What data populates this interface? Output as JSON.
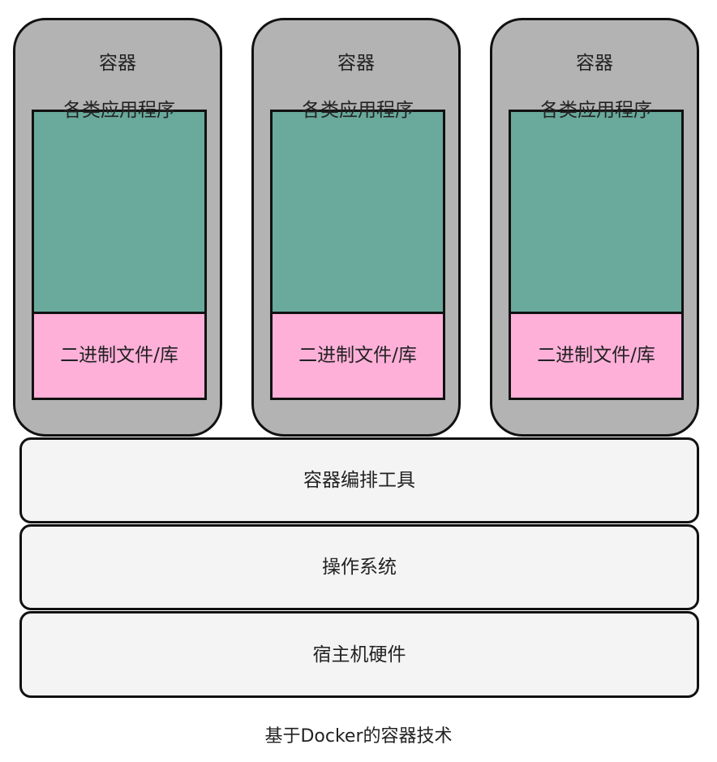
{
  "containers": [
    {
      "title": "容器",
      "app_label": "各类应用程序",
      "lib_label": "二进制文件/库"
    },
    {
      "title": "容器",
      "app_label": "各类应用程序",
      "lib_label": "二进制文件/库"
    },
    {
      "title": "容器",
      "app_label": "各类应用程序",
      "lib_label": "二进制文件/库"
    }
  ],
  "layers": [
    {
      "label": "容器编排工具"
    },
    {
      "label": "操作系统"
    },
    {
      "label": "宿主机硬件"
    }
  ],
  "caption": "基于Docker的容器技术",
  "colors": {
    "container_fill": "#b3b3b3",
    "app_fill": "#69aa9c",
    "lib_fill": "#ffb0d9",
    "layer_fill": "#f4f4f4",
    "border": "#111111"
  }
}
